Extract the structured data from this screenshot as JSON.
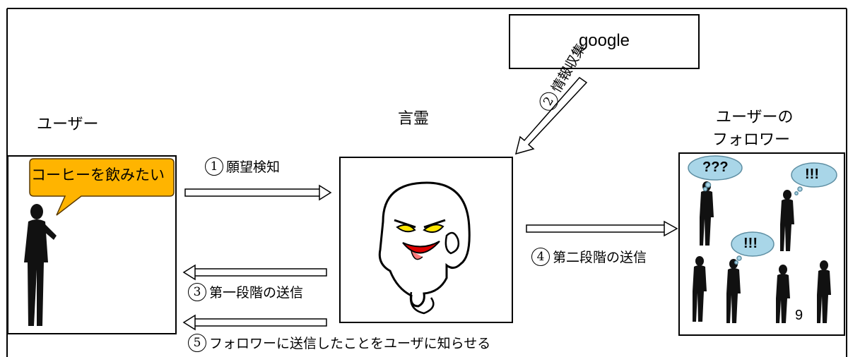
{
  "google_label": "google",
  "nodes": {
    "user": "ユーザー",
    "kotodama": "言霊",
    "followers_line1": "ユーザーの",
    "followers_line2": "フォロワー"
  },
  "speech_bubble": "コーヒーを飲みたい",
  "steps": {
    "s1": {
      "num": "1",
      "text": "願望検知"
    },
    "s2": {
      "num": "2",
      "text": "情報収集"
    },
    "s3": {
      "num": "3",
      "text": "第一段階の送信"
    },
    "s4": {
      "num": "4",
      "text": "第二段階の送信"
    },
    "s5": {
      "num": "5",
      "text": "フォロワーに送信したことをユーザに知らせる"
    }
  },
  "follower_bubbles": {
    "b1": "???",
    "b2": "!!!",
    "b3": "!!!"
  },
  "follower_count": "9"
}
